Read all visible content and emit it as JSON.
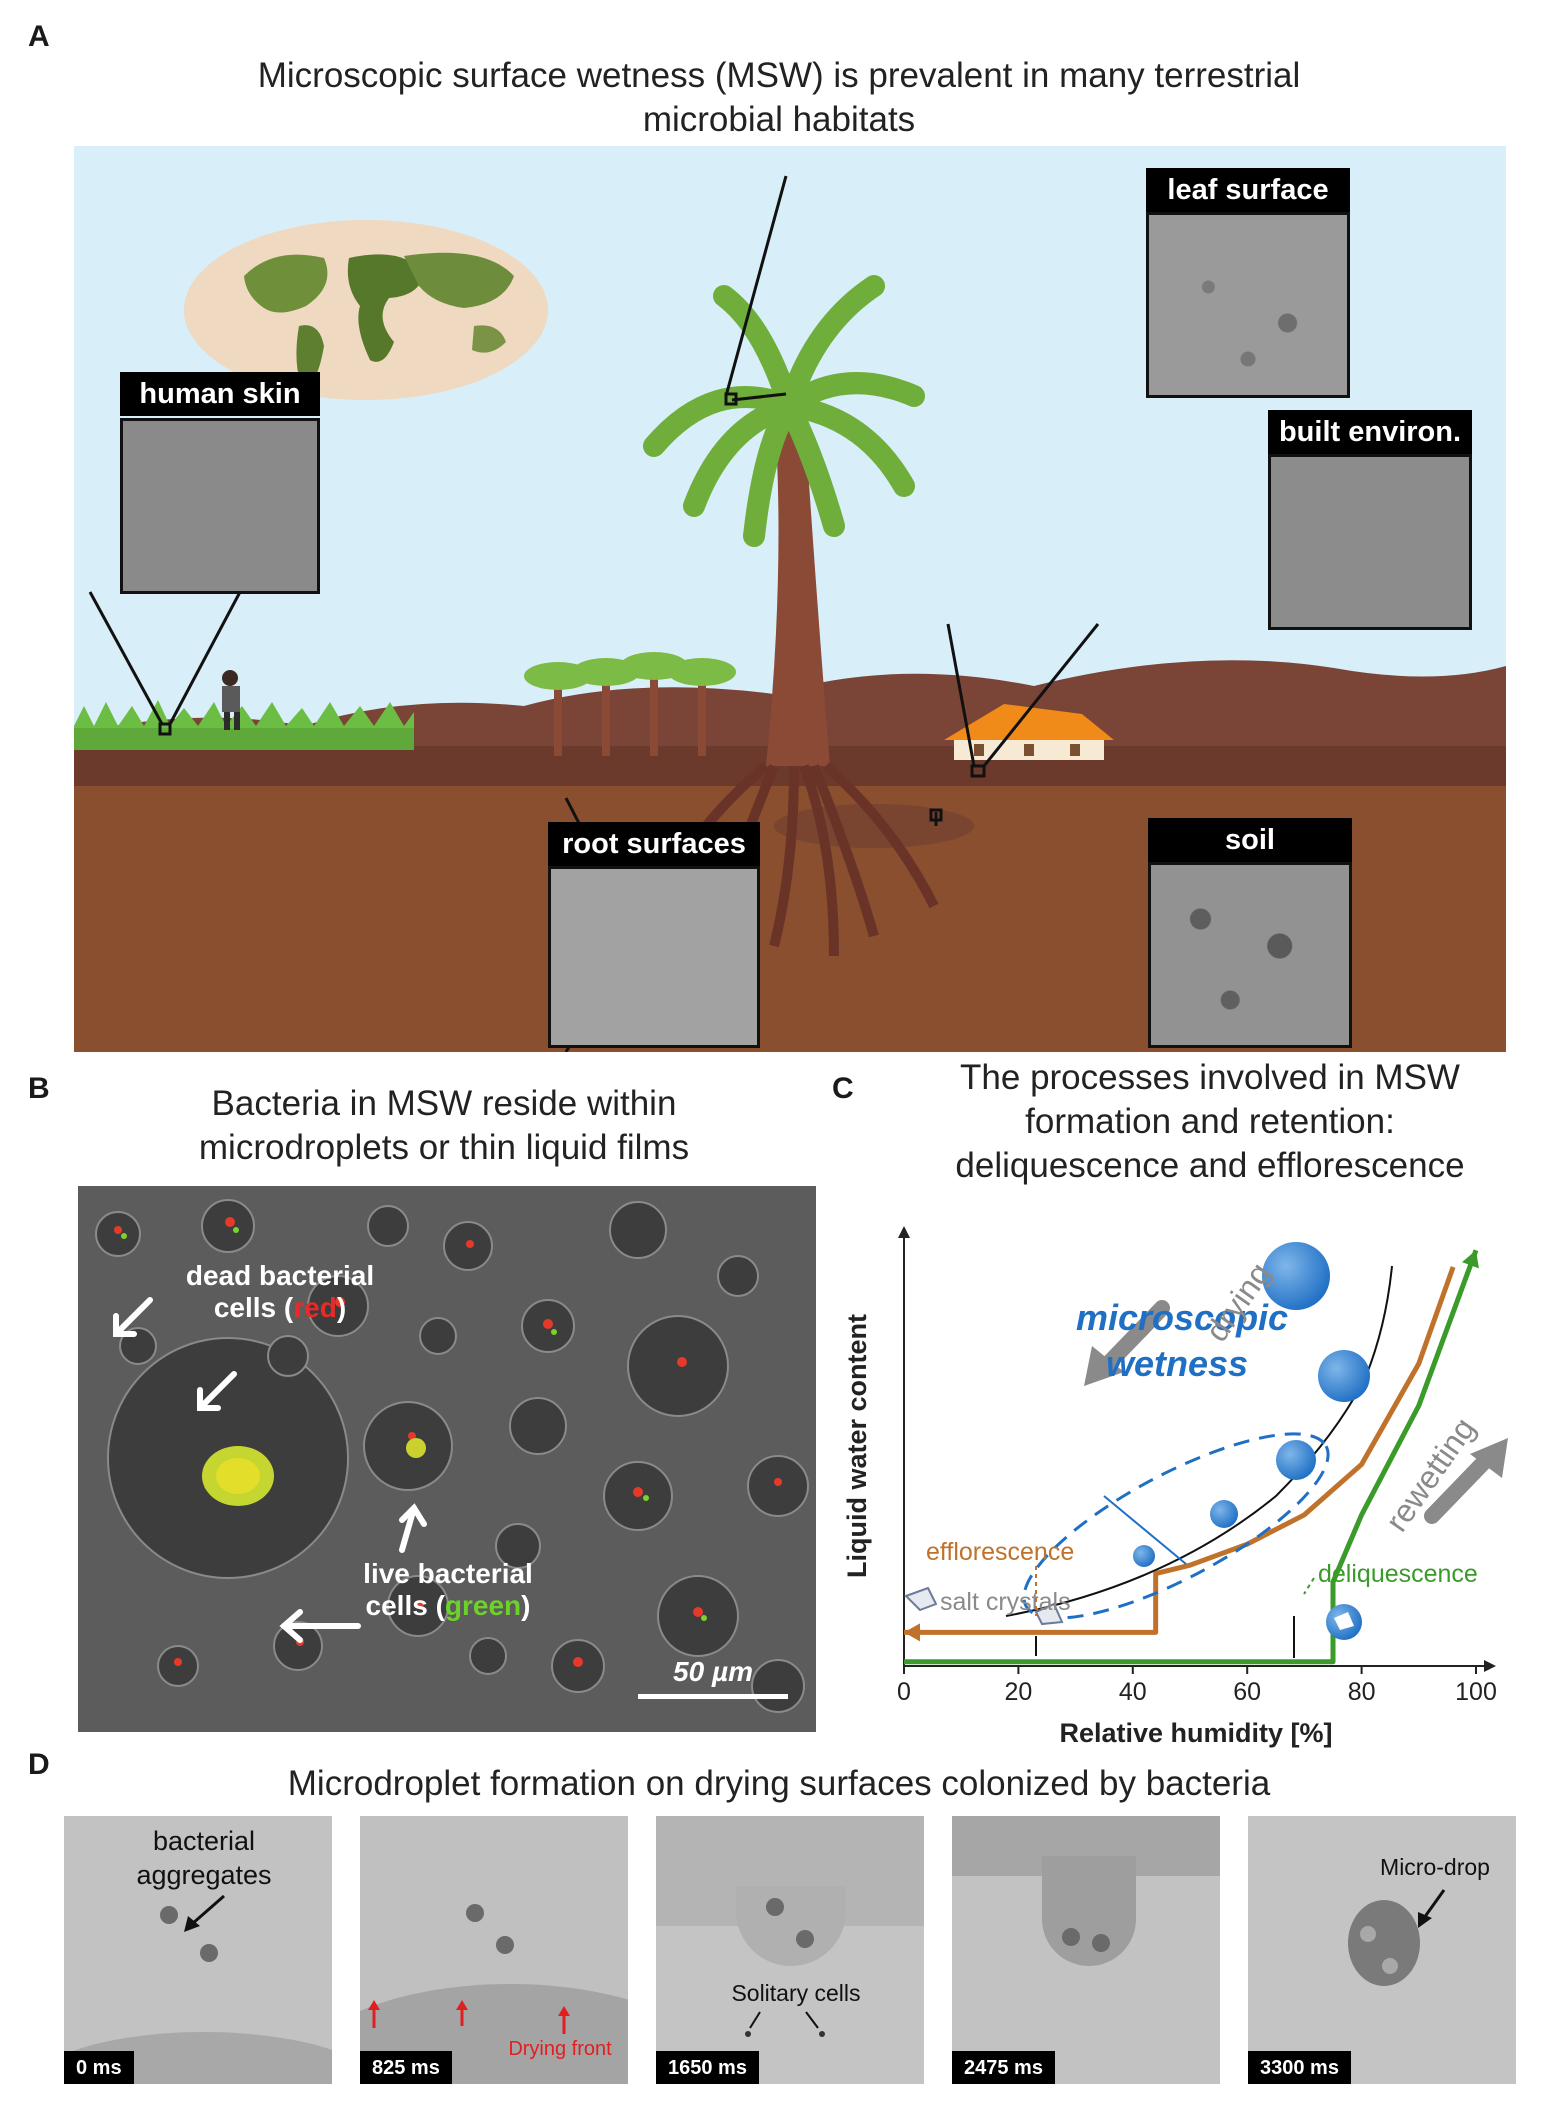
{
  "panel_a": {
    "letter": "A",
    "title_line1": "Microscopic surface wetness (MSW) is prevalent in many terrestrial",
    "title_line2": "microbial habitats",
    "insets": {
      "human_skin": "human skin",
      "leaf_surface": "leaf surface",
      "built_environ": "built environ.",
      "root_surfaces": "root surfaces",
      "soil": "soil"
    },
    "colors": {
      "sky": "#d8eef8",
      "hills": "#7a4436",
      "ground": "#8a4f2e",
      "topsoil": "#6b3a2c",
      "leaf": "#6fae3a"
    }
  },
  "panel_b": {
    "letter": "B",
    "title_line1": "Bacteria in MSW reside within",
    "title_line2": "microdroplets or thin liquid films",
    "dead_line1": "dead bacterial",
    "dead_line2_pre": "cells (",
    "dead_word": "red",
    "dead_line2_post": ")",
    "live_line1": "live bacterial",
    "live_line2_pre": "cells (",
    "live_word": "green",
    "live_line2_post": ")",
    "scale": "50 µm"
  },
  "panel_c": {
    "letter": "C",
    "title_line1": "The processes involved in MSW",
    "title_line2": "formation and retention:",
    "title_line3": "deliquescence and efflorescence",
    "chart_data": {
      "type": "line",
      "xlabel": "Relative humidity [%]",
      "ylabel": "Liquid water content",
      "xticks": [
        "0",
        "20",
        "40",
        "60",
        "80",
        "100"
      ],
      "xlim": [
        0,
        100
      ],
      "series": [
        {
          "name": "efflorescence",
          "color": "#c0722b",
          "x": [
            96,
            90,
            80,
            70,
            60,
            50,
            44,
            44,
            0
          ],
          "y": [
            0.95,
            0.72,
            0.48,
            0.36,
            0.29,
            0.24,
            0.22,
            0.08,
            0.08
          ]
        },
        {
          "name": "deliquescence",
          "color": "#3a9a2a",
          "x": [
            0,
            75,
            75,
            80,
            90,
            100
          ],
          "y": [
            0.01,
            0.01,
            0.2,
            0.36,
            0.62,
            0.99
          ]
        }
      ],
      "annotations": {
        "microscopic_line1": "microscopic",
        "microscopic_line2": "wetness",
        "drying": "drying",
        "rewetting": "rewetting",
        "efflorescence": "efflorescence",
        "deliquescence": "deliquescence",
        "salt_crystals": "salt crystals"
      }
    }
  },
  "panel_d": {
    "letter": "D",
    "title": "Microdroplet formation on drying surfaces colonized by bacteria",
    "frames": [
      {
        "time": "0 ms",
        "label_line1": "bacterial",
        "label_line2": "aggregates"
      },
      {
        "time": "825 ms",
        "drying_front": "Drying front"
      },
      {
        "time": "1650 ms",
        "solitary": "Solitary cells"
      },
      {
        "time": "2475 ms"
      },
      {
        "time": "3300 ms",
        "microdrop": "Micro-drop"
      }
    ]
  }
}
